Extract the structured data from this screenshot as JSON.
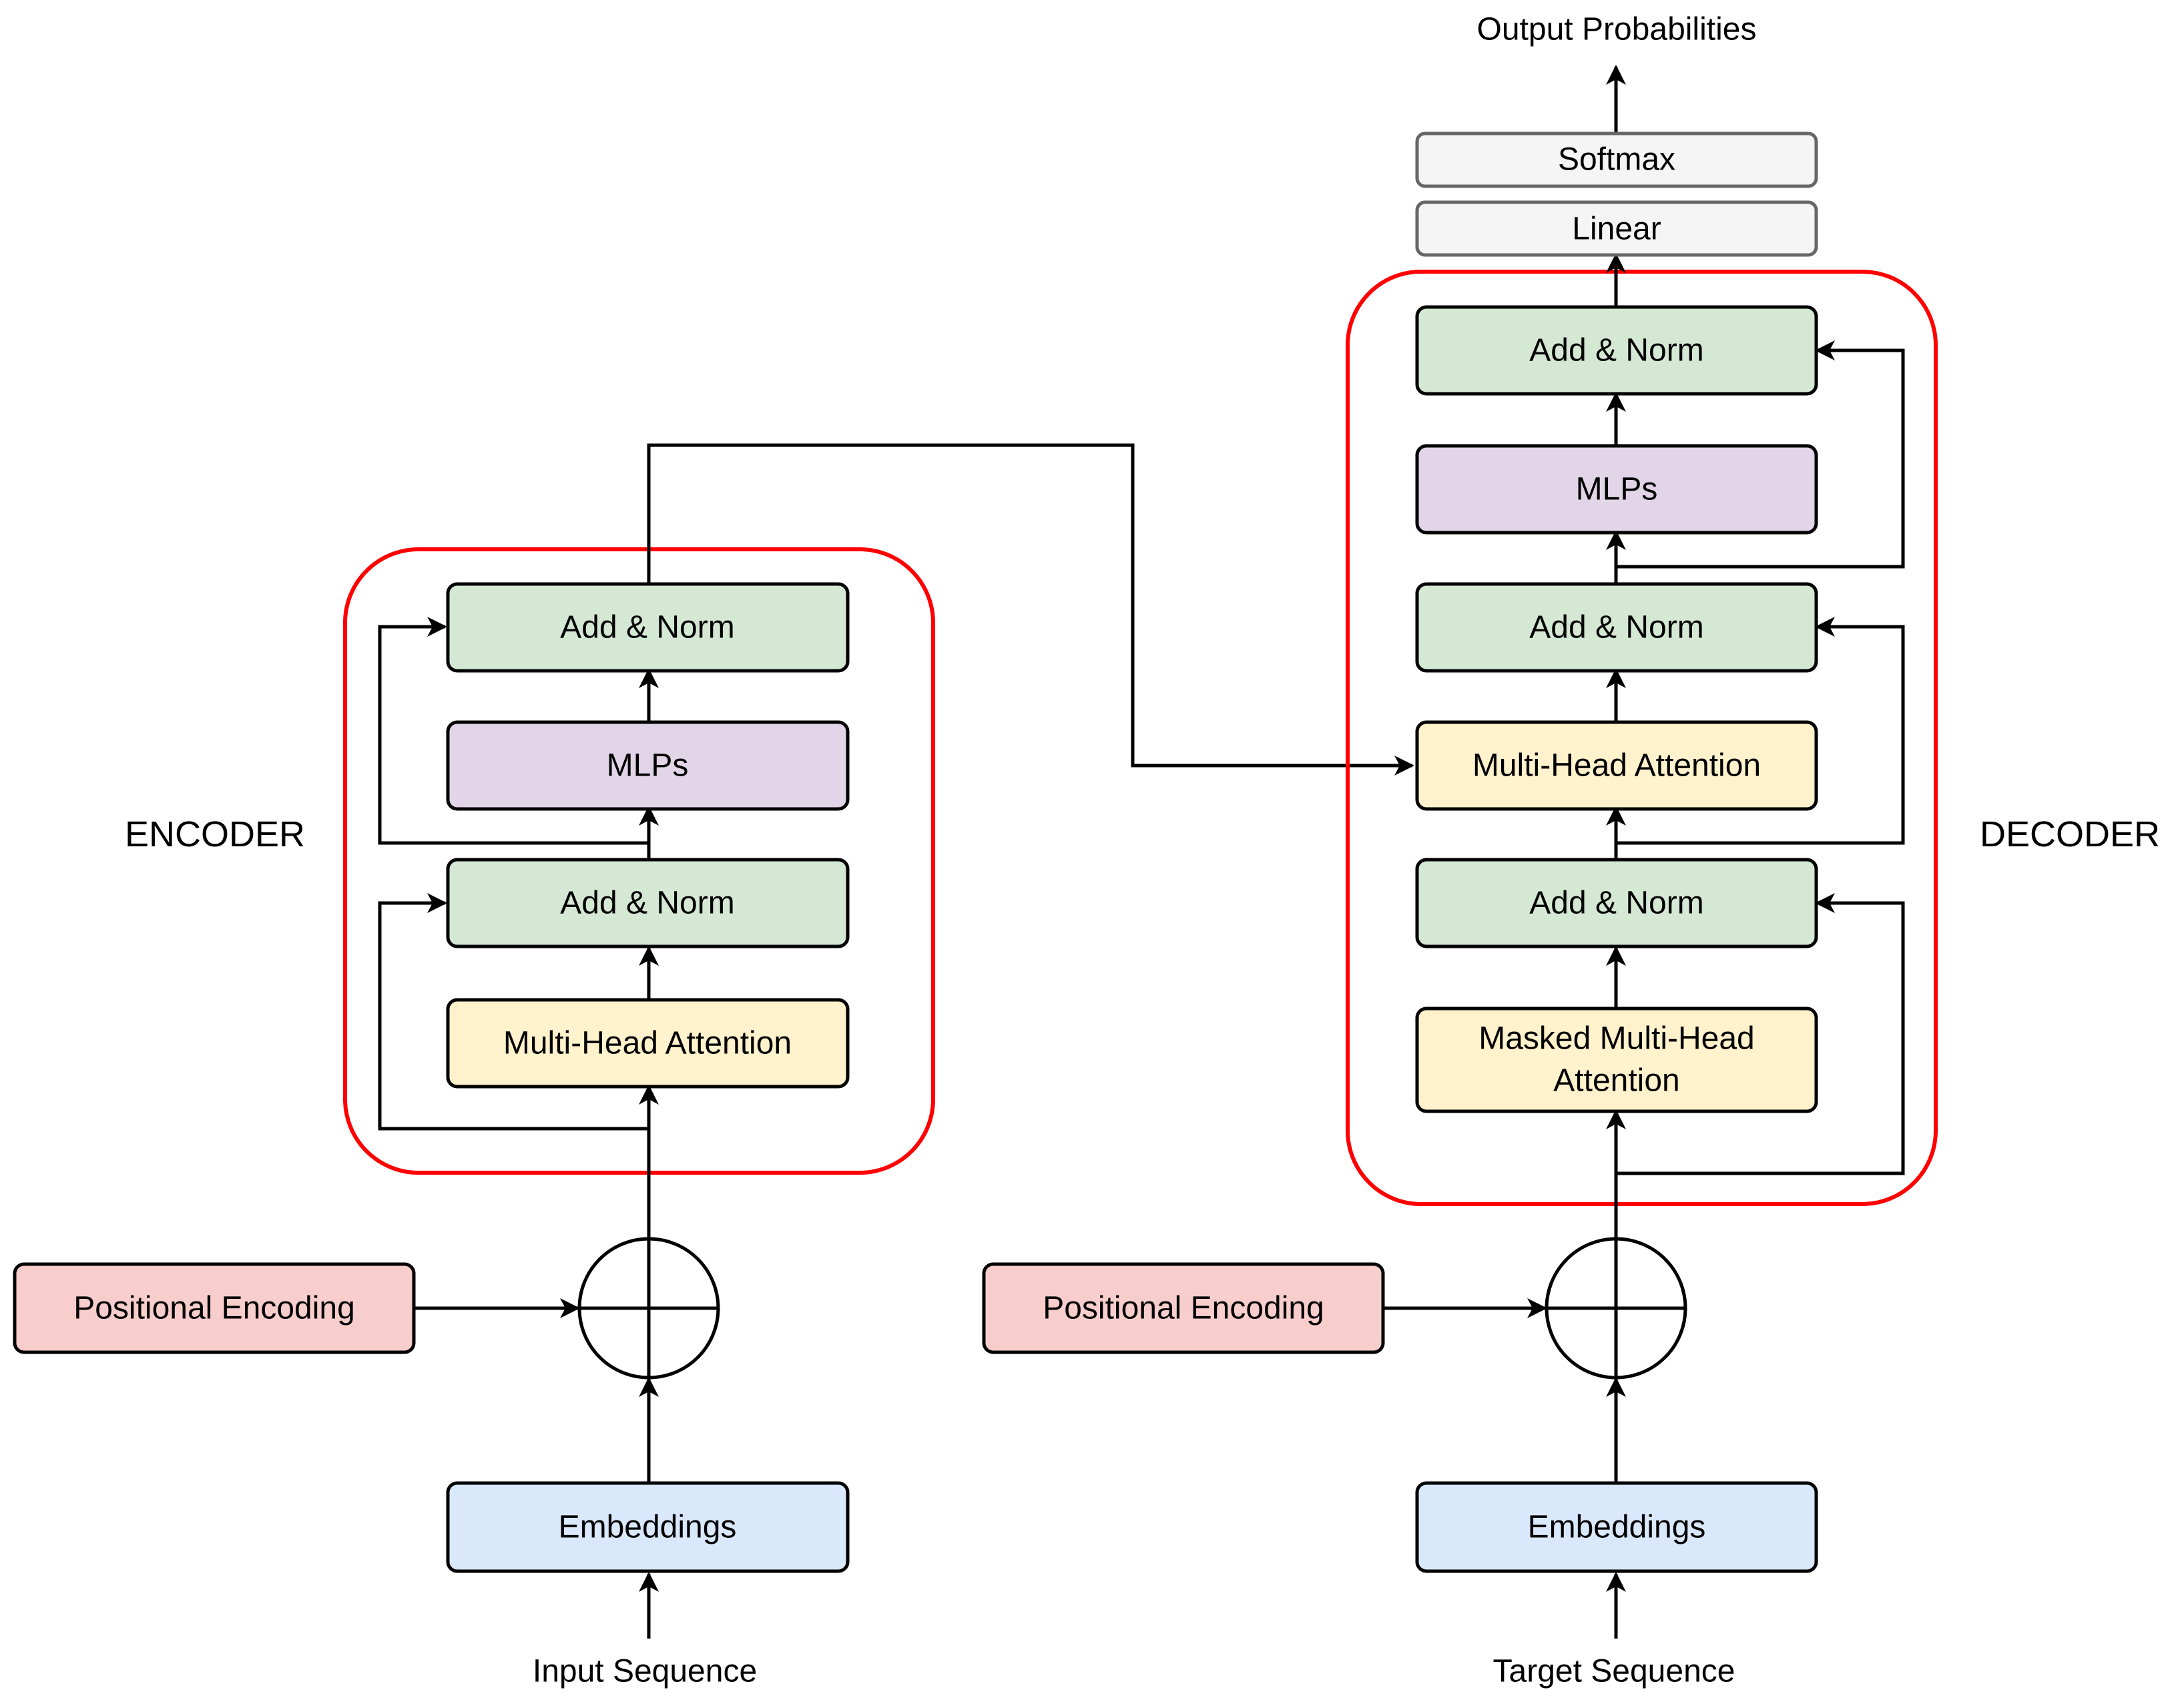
{
  "colors": {
    "green_fill": "#d5e8d4",
    "purple_fill": "#e1d5e7",
    "yellow_fill": "#fff2cc",
    "red_fill": "#f8cecc",
    "blue_fill": "#dae8fc",
    "gray_fill": "#f5f5f5",
    "box_stroke": "#000000",
    "gray_stroke": "#666666",
    "block_outline": "#ff0000",
    "edge": "#000000"
  },
  "encoder": {
    "side_label": "ENCODER",
    "input_label": "Input Sequence",
    "embeddings": "Embeddings",
    "positional_encoding": "Positional Encoding",
    "attention": "Multi-Head Attention",
    "add_norm_1": "Add & Norm",
    "mlps": "MLPs",
    "add_norm_2": "Add & Norm"
  },
  "decoder": {
    "side_label": "DECODER",
    "input_label": "Target Sequence",
    "embeddings": "Embeddings",
    "positional_encoding": "Positional Encoding",
    "masked_attention_line1": "Masked Multi-Head",
    "masked_attention_line2": "Attention",
    "add_norm_1": "Add & Norm",
    "cross_attention": "Multi-Head Attention",
    "add_norm_2": "Add & Norm",
    "mlps": "MLPs",
    "add_norm_3": "Add & Norm"
  },
  "output": {
    "linear": "Linear",
    "softmax": "Softmax",
    "label": "Output Probabilities"
  }
}
